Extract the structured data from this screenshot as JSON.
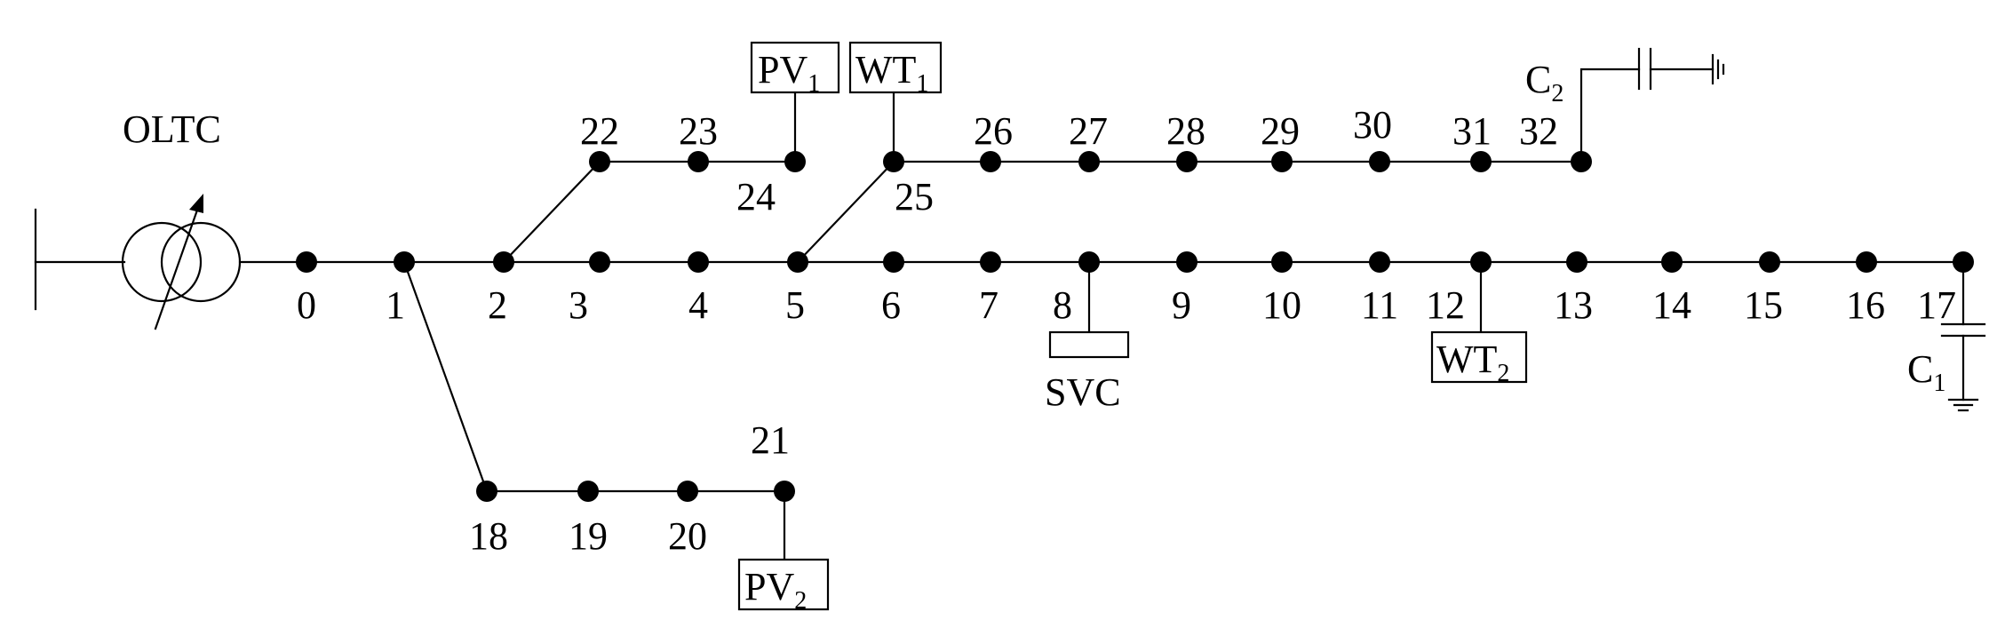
{
  "transformer": {
    "label": "OLTC"
  },
  "buses": [
    "0",
    "1",
    "2",
    "3",
    "4",
    "5",
    "6",
    "7",
    "8",
    "9",
    "10",
    "11",
    "12",
    "13",
    "14",
    "15",
    "16",
    "17",
    "18",
    "19",
    "20",
    "21",
    "22",
    "23",
    "24",
    "25",
    "26",
    "27",
    "28",
    "29",
    "30",
    "31",
    "32"
  ],
  "components": {
    "pv1": {
      "main": "PV",
      "sub": "1"
    },
    "pv2": {
      "main": "PV",
      "sub": "2"
    },
    "wt1": {
      "main": "WT",
      "sub": "1"
    },
    "wt2": {
      "main": "WT",
      "sub": "2"
    },
    "svc": {
      "label": "SVC"
    },
    "c1": {
      "main": "C",
      "sub": "1"
    },
    "c2": {
      "main": "C",
      "sub": "2"
    }
  }
}
